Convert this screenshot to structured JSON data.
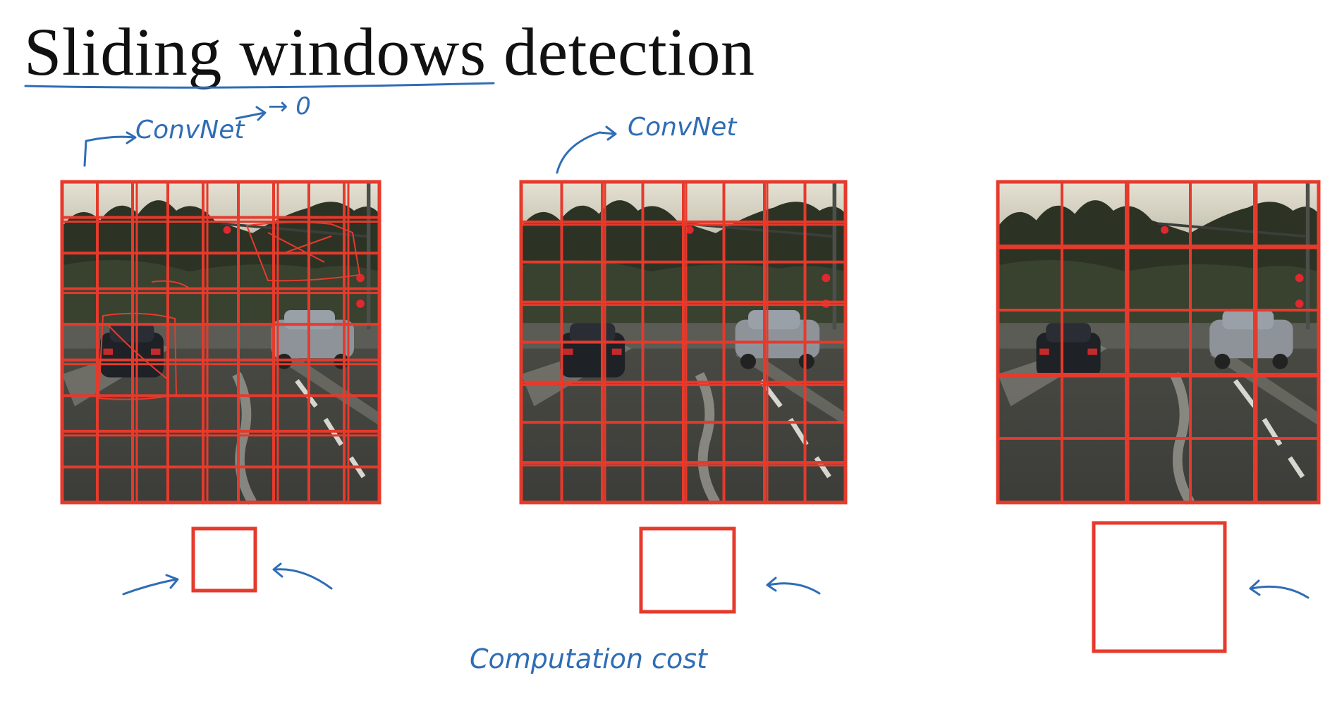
{
  "title": "Sliding windows detection",
  "annotations": {
    "convnet_1": "ConvNet",
    "convnet_1_output": "→ 0",
    "convnet_2": "ConvNet",
    "computation_cost": "Computation cost"
  },
  "colors": {
    "grid": "#e53a2c",
    "ink": "#2f6db5",
    "title": "#111111",
    "sky": "#d9d4c6",
    "trees": "#2d3326",
    "road": "#4a4a46"
  },
  "panels": [
    {
      "id": "small-window",
      "grid_cols": 9,
      "grid_rows": 9,
      "window_label": ""
    },
    {
      "id": "medium-window",
      "grid_cols": 8,
      "grid_rows": 8,
      "window_label": ""
    },
    {
      "id": "large-window",
      "grid_cols": 5,
      "grid_rows": 5,
      "window_label": ""
    }
  ]
}
